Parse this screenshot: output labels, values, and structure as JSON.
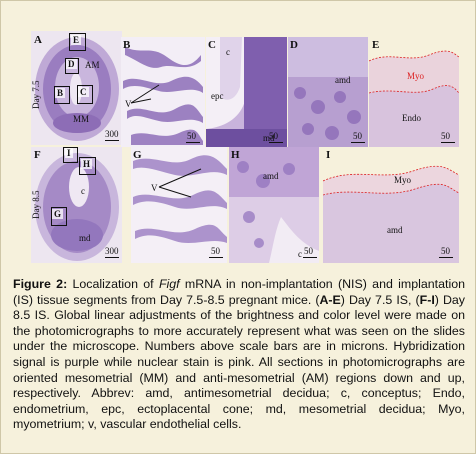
{
  "panels": {
    "A": {
      "label": "A",
      "day": "Day 7.5",
      "box_e": "E",
      "box_d": "D",
      "box_b": "B",
      "box_c": "C",
      "am": "AM",
      "mm": "MM",
      "scale": "300"
    },
    "B": {
      "label": "B",
      "v": "V",
      "scale": "50"
    },
    "C": {
      "label": "C",
      "c": "c",
      "epc": "epc",
      "md": "md",
      "scale": "50"
    },
    "D": {
      "label": "D",
      "amd": "amd",
      "scale": "50"
    },
    "E": {
      "label": "E",
      "myo": "Myo",
      "endo": "Endo",
      "scale": "50"
    },
    "F": {
      "label": "F",
      "day": "Day 8.5",
      "box_i": "I",
      "box_h": "H",
      "box_g": "G",
      "c": "c",
      "md": "md",
      "scale": "300"
    },
    "G": {
      "label": "G",
      "v": "V",
      "scale": "50"
    },
    "H": {
      "label": "H",
      "amd": "amd",
      "c": "c",
      "scale": "50"
    },
    "I": {
      "label": "I",
      "myo": "Myo",
      "amd": "amd",
      "scale": "50"
    }
  },
  "caption": {
    "fig_label": "Figure 2:",
    "t1": " Localization of ",
    "gene": "Figf",
    "t2": " mRNA in non-implantation (NIS) and implantation (IS) tissue segments from Day 7.5-8.5 pregnant mice. (",
    "ae": "A-E",
    "t3": ") Day 7.5 IS, (",
    "fi": "F-I",
    "t4": ") Day 8.5 IS. Global linear adjustments of the brightness and color level were made on the photomicrographs to more accurately represent what was seen on the slides under the microscope. Numbers above scale bars are in microns. Hybridization signal is purple while nuclear stain is pink. All sections in photomicrographs are oriented mesometrial (MM) and anti-mesometrial (AM) regions down and up, respectively. Abbrev: amd, antimesometrial decidua; c, conceptus; Endo, endometrium, epc, ectoplacental cone; md, mesometrial decidua; Myo, myometrium; v, vascular endothelial cells."
  },
  "colors": {
    "purple": "#7a5aa6",
    "light_purple": "#c7b3d9",
    "pink": "#e7c6cf",
    "background": "#f6f1dc"
  }
}
